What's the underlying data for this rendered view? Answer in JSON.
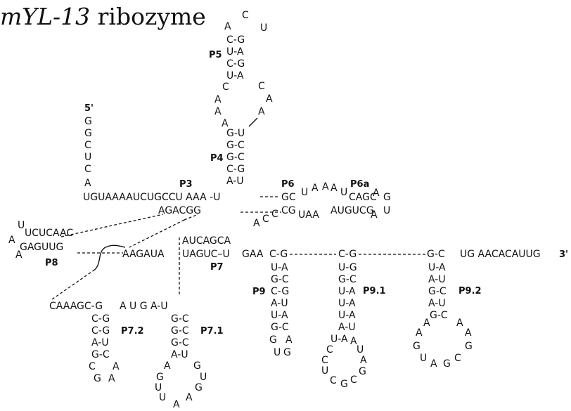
{
  "title": {
    "italic": "mYL-13",
    "rest": " ribozyme"
  },
  "labels": {
    "P3": "P3",
    "P4": "P4",
    "P5": "P5",
    "P6": "P6",
    "P6a": "P6a",
    "P7": "P7",
    "P7_1": "P7.1",
    "P7_2": "P7.2",
    "P8": "P8",
    "P9": "P9",
    "P9_1": "P9.1",
    "P9_2": "P9.2",
    "five_prime": "5'",
    "three_prime": "3'"
  },
  "seq": {
    "p5_loop_c": "C",
    "p5_loop_a": "A",
    "p5_loop_u": "U",
    "p5_bp": [
      "C-G",
      "U-A",
      "C-G",
      "U-A"
    ],
    "p45_l1": "C",
    "p45_l2": "A",
    "p45_l3": "A",
    "p45_l4": "A",
    "p45_r1": "C",
    "p45_r2": "A",
    "p45_r3": "A",
    "p4_bp": [
      "G-U",
      "G-C",
      "G-C",
      "C-G",
      "A-U"
    ],
    "five_strand": [
      "G",
      "G",
      "C",
      "U",
      "C",
      "A"
    ],
    "row_a": "UGUAAAAUCUGCCU AAA -U",
    "p6_gc": "GC",
    "p6_loop_top": [
      "U",
      "A",
      "A",
      "A",
      "U"
    ],
    "p6_cagc": "CAGC",
    "p6_ag_a": "A",
    "p6_ag_g": "G",
    "p3_bottom": "AGACGG",
    "p6_cg": "CG",
    "p6_uaa": "UAA",
    "p6_augucg": "AUGUCG",
    "p6_a": "A",
    "p6_u": "U",
    "j_ac1": "A",
    "j_ac2": "C",
    "j_ac3": "C",
    "ucucaac": "UCUCAAC",
    "u_cap": "U",
    "a_left": "A",
    "gaguug": "GAGUUG",
    "a_low": "A",
    "aucagca": "AUCAGCA",
    "uaguc": "UAGUC–U",
    "gaa": "GAA",
    "aagaua": "AAGAUA",
    "p9_top": "C-G",
    "p91_top": "C-G",
    "p92_top": "G-C",
    "cug_tail": "UG AACACAUUG",
    "p9_bp": [
      "U-A",
      "G-C",
      "C-G",
      "A-U",
      "U-A",
      "G-C"
    ],
    "p9_loop": [
      "G",
      "A",
      "U",
      "G"
    ],
    "p91_bp": [
      "U-G",
      "G-C",
      "U-A",
      "U-A",
      "U-A",
      "A-U",
      "U-A"
    ],
    "p91_loop": [
      "C",
      "C",
      "U",
      "C",
      "G",
      "C",
      "G",
      "A",
      "U",
      "A"
    ],
    "p92_bp": [
      "U-A",
      "A-U",
      "G-C",
      "A-U",
      "G-C"
    ],
    "p92_loop": [
      "A",
      "A",
      "A",
      "A",
      "G",
      "G",
      "U",
      "A",
      "G",
      "C"
    ],
    "caaagc": "CAAAGC-G",
    "augau": "A U G A-U",
    "p72_bp": [
      "C-G",
      "C-G",
      "A-U",
      "G-C"
    ],
    "p72_loop": [
      "C",
      "A",
      "G",
      "A"
    ],
    "p71_bp": [
      "G-C",
      "G-C",
      "G-C",
      "A-U"
    ],
    "p71_loop": [
      "A",
      "G",
      "G",
      "U",
      "U",
      "G",
      "U",
      "A",
      "A"
    ]
  }
}
